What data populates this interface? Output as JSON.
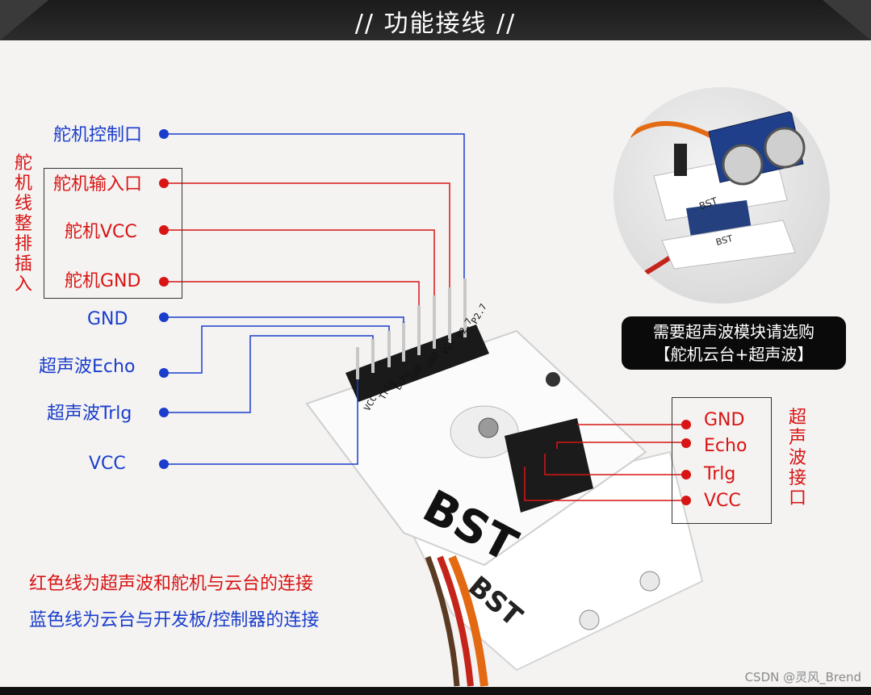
{
  "header": {
    "title": "// 功能接线 //"
  },
  "left_labels": {
    "servo_control": "舵机控制口",
    "servo_input": "舵机输入口",
    "servo_vcc": "舵机VCC",
    "servo_gnd": "舵机GND",
    "gnd": "GND",
    "ultra_echo": "超声波Echo",
    "ultra_trig": "超声波Trlg",
    "vcc": "VCC"
  },
  "side_group_left": "舵机线整排插入",
  "right_labels": {
    "gnd": "GND",
    "echo": "Echo",
    "trig": "Trlg",
    "vcc": "VCC"
  },
  "side_group_right": "超声波接口",
  "board": {
    "pin_labels": [
      "P2.7",
      "P2.7",
      "VCC",
      "GND",
      "GND",
      "Echo",
      "Trlg",
      "VCC"
    ],
    "silk_text": "BST",
    "silk_text_2": "BST"
  },
  "photo": {
    "module_text_1": "BST",
    "module_text_2": "BST"
  },
  "badge": {
    "line1": "需要超声波模块请选购",
    "line2": "【舵机云台+超声波】"
  },
  "legend": {
    "red_note": "红色线为超声波和舵机与云台的连接",
    "blue_note": "蓝色线为云台与开发板/控制器的连接"
  },
  "watermark": "CSDN @灵风_Brend",
  "colors": {
    "blue": "#1a3dcc",
    "red": "#d81414",
    "header_bg": "#1b1b1b"
  }
}
